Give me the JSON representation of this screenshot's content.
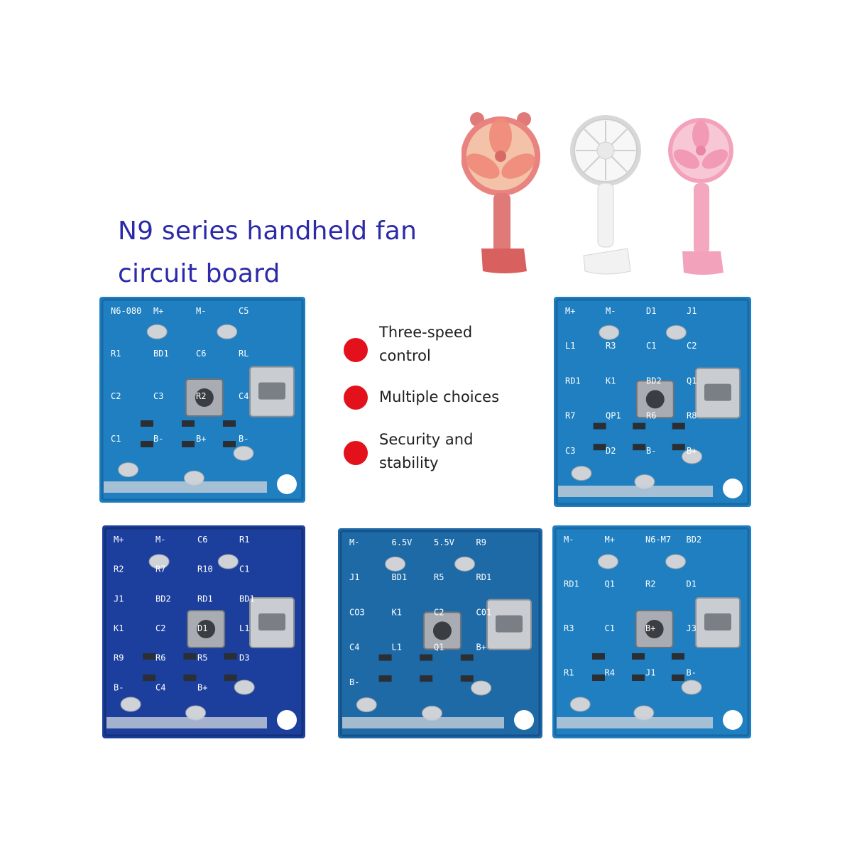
{
  "title": {
    "line1": "N9 series handheld fan",
    "line2": "circuit board"
  },
  "features": [
    {
      "text": "Three-speed\ncontrol"
    },
    {
      "text": "Multiple choices"
    },
    {
      "text": "Security and\nstability"
    }
  ],
  "colors": {
    "title": "#2c2aa8",
    "bullet": "#e3111b",
    "pcb_light": "#1f7fc0",
    "pcb_dark": "#1c3f9e",
    "fan_red": "#e07a78",
    "fan_white": "#f1f1f1",
    "fan_pink": "#f4a8c0"
  },
  "fans": [
    {
      "name": "red fan",
      "icon": "handheld-fan-icon"
    },
    {
      "name": "white fan",
      "icon": "handheld-fan-icon"
    },
    {
      "name": "pink fan",
      "icon": "handheld-fan-icon"
    }
  ],
  "boards": [
    {
      "labels": [
        "N6-080",
        "M+",
        "M-",
        "C5",
        "R1",
        "BD1",
        "C6",
        "RL",
        "C2",
        "C3",
        "R2",
        "C4",
        "C1",
        "B-",
        "B+",
        "B-"
      ]
    },
    {
      "labels": [
        "M+",
        "M-",
        "D1",
        "J1",
        "L1",
        "R3",
        "C1",
        "C2",
        "RD1",
        "K1",
        "BD2",
        "Q1",
        "R7",
        "QP1",
        "R6",
        "R8",
        "C3",
        "D2",
        "B-",
        "B+"
      ]
    },
    {
      "labels": [
        "M+",
        "M-",
        "C6",
        "R1",
        "R2",
        "R7",
        "R10",
        "C1",
        "J1",
        "BD2",
        "RD1",
        "BD1",
        "K1",
        "C2",
        "D1",
        "L1",
        "R9",
        "R6",
        "R5",
        "D3",
        "B-",
        "C4",
        "B+"
      ]
    },
    {
      "labels": [
        "M-",
        "6.5V",
        "5.5V",
        "R9",
        "J1",
        "BD1",
        "R5",
        "RD1",
        "CO3",
        "K1",
        "C2",
        "C01",
        "C4",
        "L1",
        "Q1",
        "B+",
        "B-"
      ]
    },
    {
      "labels": [
        "M-",
        "M+",
        "N6-M7",
        "BD2",
        "RD1",
        "Q1",
        "R2",
        "D1",
        "R3",
        "C1",
        "B+",
        "J3",
        "R1",
        "R4",
        "J1",
        "B-"
      ]
    }
  ]
}
